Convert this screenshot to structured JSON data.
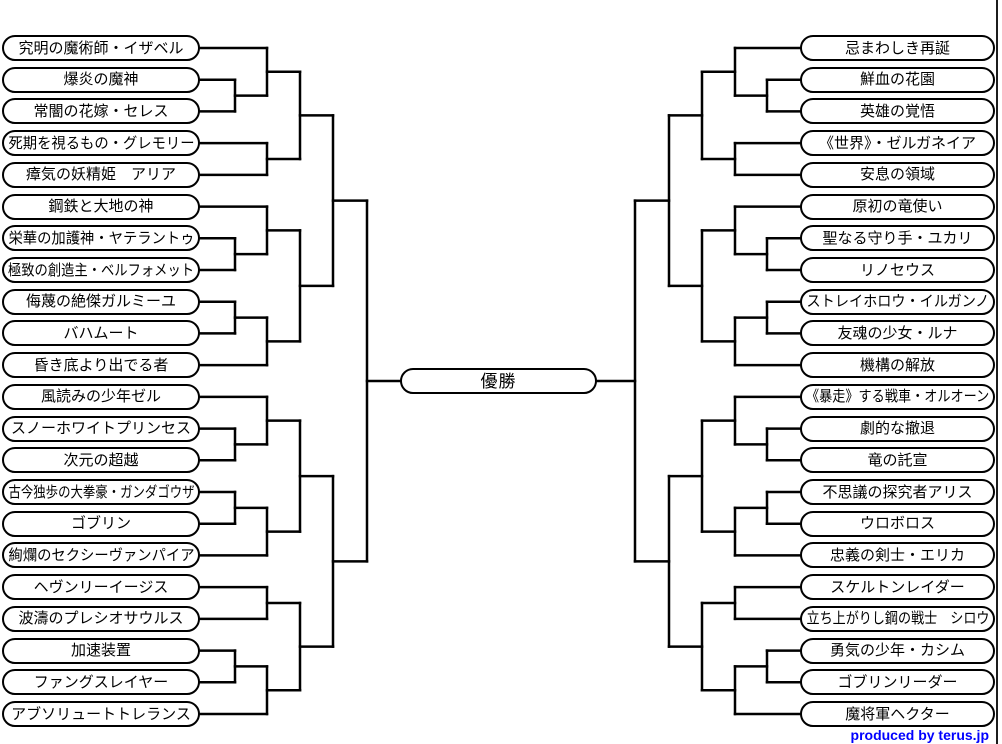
{
  "champion": {
    "label": "優勝"
  },
  "bracket": {
    "left": [
      "究明の魔術師・イザベル",
      "爆炎の魔神",
      "常闇の花嫁・セレス",
      "死期を視るもの・グレモリー",
      "瘴気の妖精姫　アリア",
      "鋼鉄と大地の神",
      "栄華の加護神・ヤテラントゥ",
      "極致の創造主・ベルフォメット",
      "侮蔑の絶傑ガルミーユ",
      "バハムート",
      "昏き底より出でる者",
      "風読みの少年ゼル",
      "スノーホワイトプリンセス",
      "次元の超越",
      "古今独歩の大拳豪・ガンダゴウザ",
      "ゴブリン",
      "絢爛のセクシーヴァンパイア",
      "ヘヴンリーイージス",
      "波濤のプレシオサウルス",
      "加速装置",
      "ファングスレイヤー",
      "アブソリュートトレランス"
    ],
    "right": [
      "忌まわしき再誕",
      "鮮血の花園",
      "英雄の覚悟",
      "《世界》・ゼルガネイア",
      "安息の領域",
      "原初の竜使い",
      "聖なる守り手・ユカリ",
      "リノセウス",
      "ストレイホロウ・イルガンノ",
      "友魂の少女・ルナ",
      "機構の解放",
      "《暴走》する戦車・オルオーン",
      "劇的な撤退",
      "竜の託宣",
      "不思議の探究者アリス",
      "ウロボロス",
      "忠義の剣士・エリカ",
      "スケルトンレイダー",
      "立ち上がりし鋼の戦士　シロウ",
      "勇気の少年・カシム",
      "ゴブリンリーダー",
      "魔将軍ヘクター"
    ]
  },
  "footer": {
    "credit": "produced by terus.jp"
  },
  "colors": {
    "line": "#000000",
    "pill_fill": "#ffffff",
    "credit": "#0000ff"
  }
}
